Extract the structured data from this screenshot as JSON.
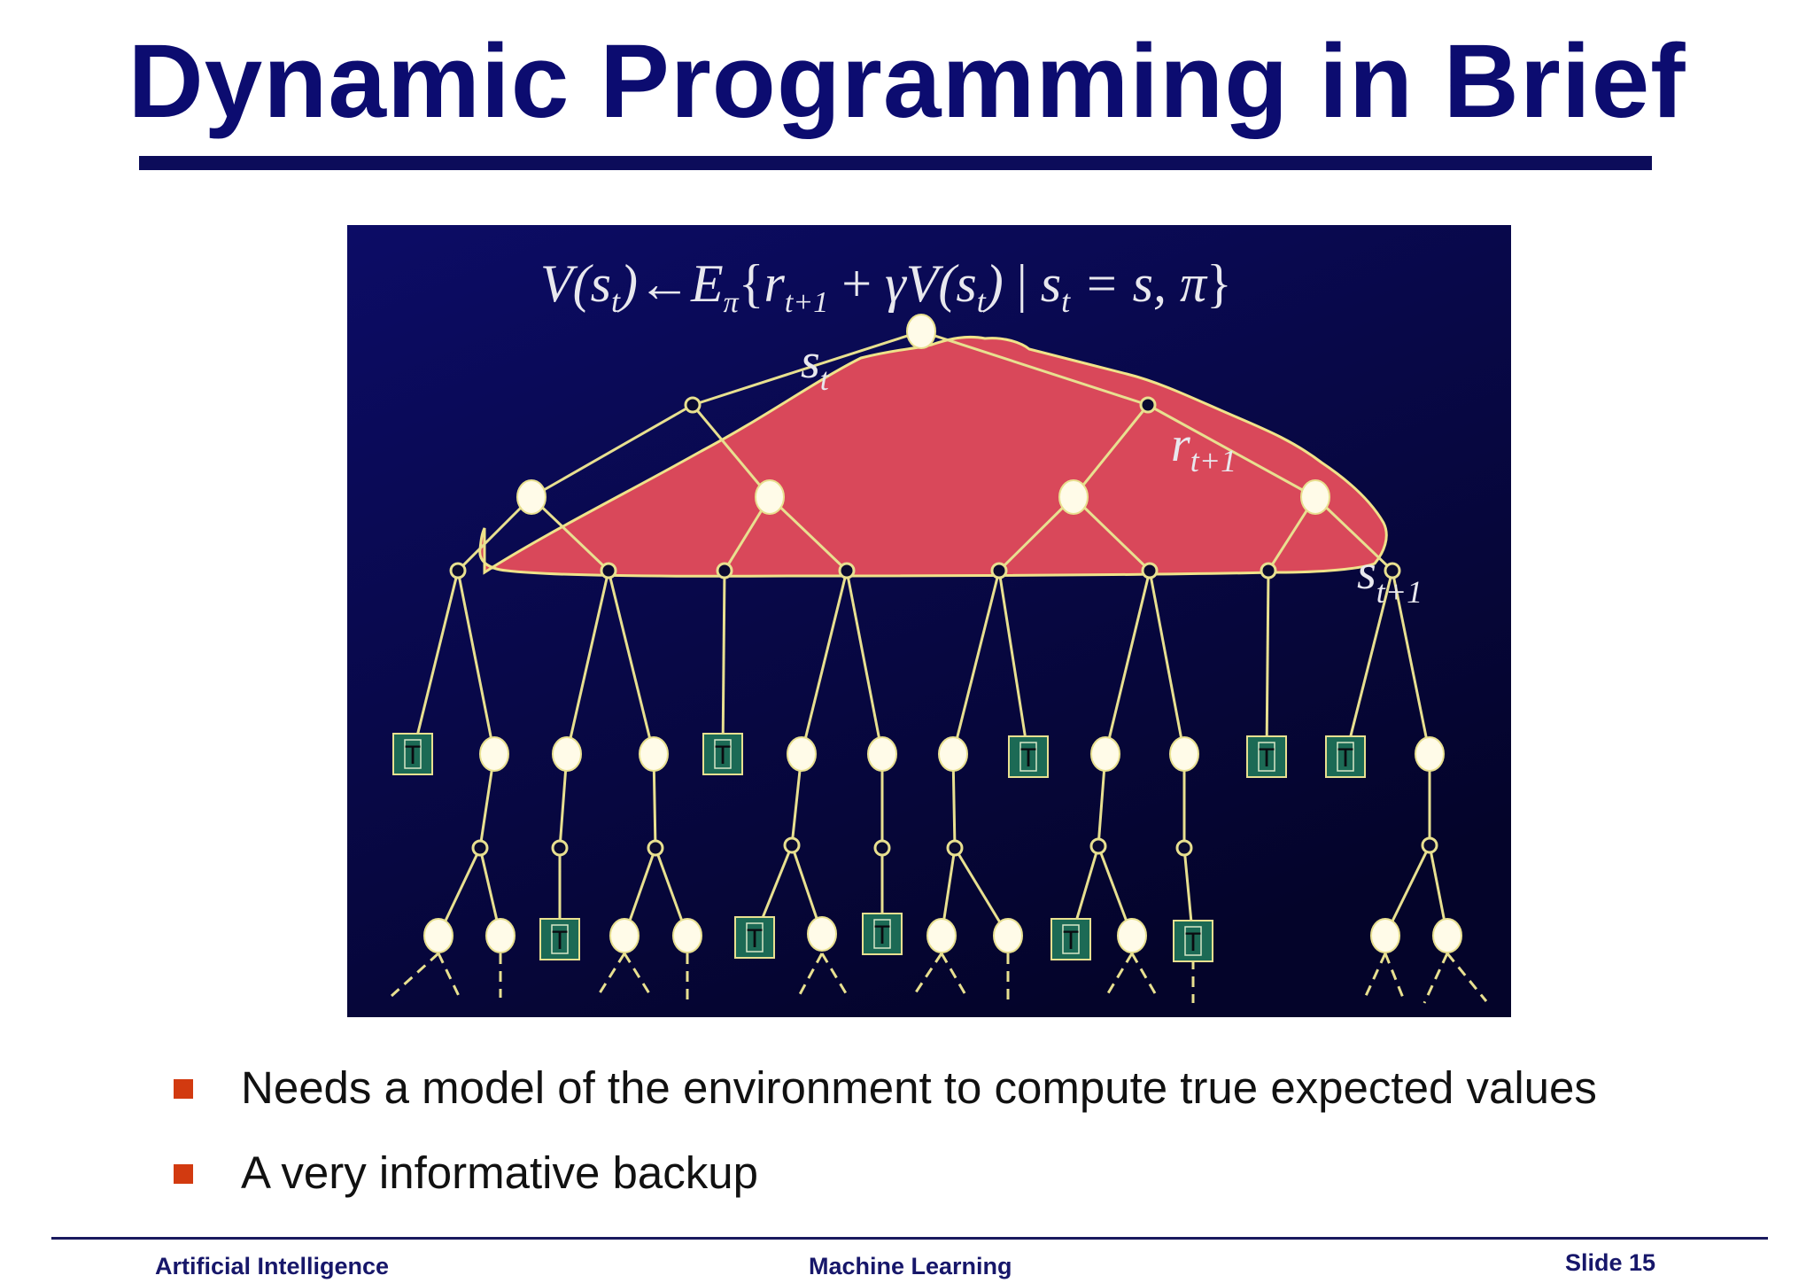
{
  "slide": {
    "title": "Dynamic Programming in Brief"
  },
  "figure": {
    "equation": {
      "lhs": "V(s",
      "lhs_sub": "t",
      "lhs_close": ")",
      "arrow": "←",
      "expect": "E",
      "expect_sub": "π",
      "open_brace": "{",
      "r": "r",
      "r_sub": "t+1",
      "plus": " + ",
      "gamma_v": "γV(s",
      "gamma_v_sub": "t",
      "gamma_v_close": ")",
      "bar": " | ",
      "s": "s",
      "s_sub": "t",
      "cond": " = s, π",
      "close_brace": "}"
    },
    "labels": {
      "s_t": "s",
      "s_t_sub": "t",
      "r_next": "r",
      "r_next_sub": "t+1",
      "s_next": "s",
      "s_next_sub": "t+1"
    },
    "terminal_label": "T",
    "colors": {
      "background_top": "#0a0a5e",
      "background_bottom": "#05052e",
      "backup_region": "#d9485a",
      "edges": "#e8e090",
      "state_node": "#fffbe8",
      "terminal_box": "#1c6a55"
    }
  },
  "bullets": [
    "Needs a model of the environment to compute true expected values",
    "A very informative backup"
  ],
  "footer": {
    "left": "Artificial Intelligence",
    "center": "Machine Learning",
    "right": "Slide 15"
  }
}
